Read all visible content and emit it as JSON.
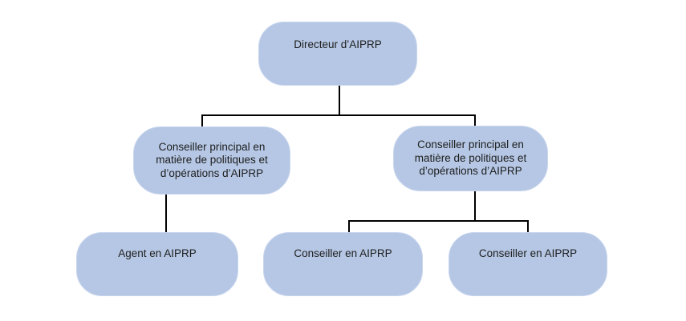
{
  "diagram": {
    "type": "org-chart",
    "nodes": [
      {
        "id": "directeur",
        "level": 1,
        "label": "Directeur d’AIPRP"
      },
      {
        "id": "conseiller-principal-gauche",
        "level": 2,
        "label": "Conseiller principal en\nmatière de politiques et\nd’opérations d’AIPRP"
      },
      {
        "id": "conseiller-principal-droit",
        "level": 2,
        "label": "Conseiller principal en\nmatière de politiques et\nd’opérations d’AIPRP"
      },
      {
        "id": "agent",
        "level": 3,
        "label": "Agent en AIPRP"
      },
      {
        "id": "conseiller-1",
        "level": 3,
        "label": "Conseiller en AIPRP"
      },
      {
        "id": "conseiller-2",
        "level": 3,
        "label": "Conseiller en AIPRP"
      }
    ],
    "edges": [
      {
        "from": "directeur",
        "to": "conseiller-principal-gauche"
      },
      {
        "from": "directeur",
        "to": "conseiller-principal-droit"
      },
      {
        "from": "conseiller-principal-gauche",
        "to": "agent"
      },
      {
        "from": "conseiller-principal-droit",
        "to": "conseiller-1"
      },
      {
        "from": "conseiller-principal-droit",
        "to": "conseiller-2"
      }
    ],
    "colors": {
      "node_fill": "#b5c7e4",
      "node_edge": "#c9d6ee",
      "connector": "#000000",
      "text": "#1e1e1e",
      "background": "#ffffff"
    }
  }
}
